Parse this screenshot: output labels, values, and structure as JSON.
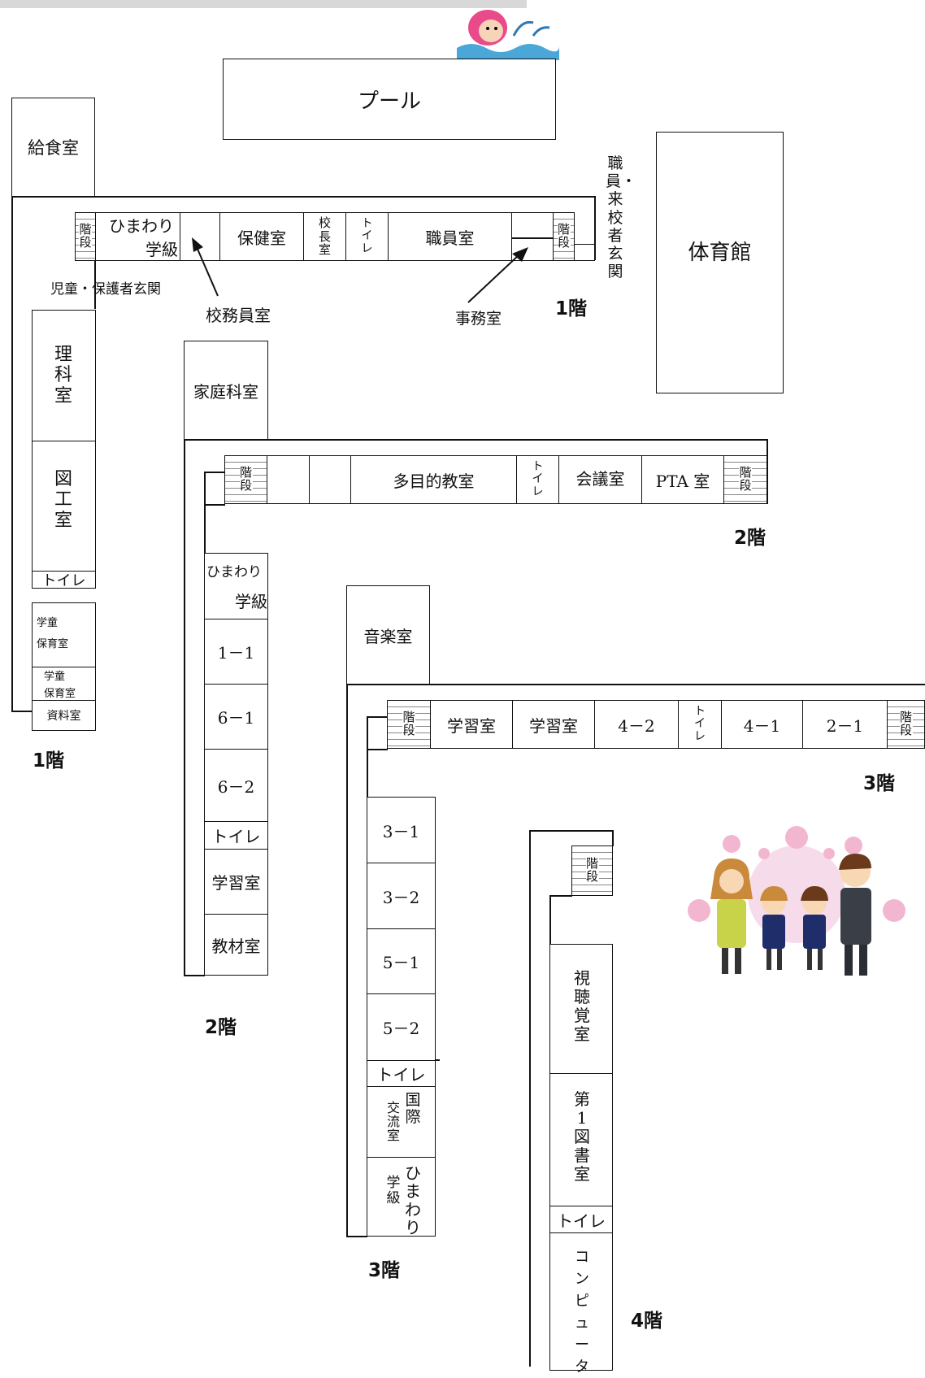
{
  "floor1": {
    "label": "1階",
    "pool": "プール",
    "kitchen": "給食室",
    "gym": "体育館",
    "stairs": "階段",
    "himawari_top": "ひまわり",
    "himawari_bottom": "学級",
    "health_room": "保健室",
    "principal_room": "校長室",
    "toilet_small": "トイレ",
    "staff_room": "職員室",
    "staff_entrance": "職員・来校者玄関",
    "student_entrance": "児童・保護者玄関",
    "custodian_room": "校務員室",
    "office": "事務室",
    "science_room": "理科室",
    "art_room": "図工室",
    "toilet": "トイレ",
    "afterschool_1": "学童\n保育室",
    "afterschool_2": "学童\n保育室",
    "materials_room": "資料室"
  },
  "floor2": {
    "label": "2階",
    "home_ec": "家庭科室",
    "stairs": "階段",
    "multipurpose": "多目的教室",
    "toilet_small": "トイレ",
    "meeting_room": "会議室",
    "pta_room": "PTA 室",
    "himawari_top": "ひまわり",
    "himawari_bottom": "学級",
    "c1_1": "1－1",
    "c6_1": "6－1",
    "c6_2": "6－2",
    "toilet": "トイレ",
    "study_room": "学習室",
    "supplies_room": "教材室"
  },
  "floor3": {
    "label": "3階",
    "music_room": "音楽室",
    "stairs": "階段",
    "study_room_a": "学習室",
    "study_room_b": "学習室",
    "c4_2": "4－2",
    "toilet_small": "トイレ",
    "c4_1": "4－1",
    "c2_1": "2－1",
    "c3_1": "3－1",
    "c3_2": "3－2",
    "c5_1": "5－1",
    "c5_2": "5－2",
    "toilet": "トイレ",
    "intl_a": "国際",
    "intl_b": "交流室",
    "himawari_a": "ひまわり",
    "himawari_b": "学級"
  },
  "floor4": {
    "label": "4階",
    "stairs": "階段",
    "av_room": "視聴覚室",
    "library": "第1図書室",
    "toilet": "トイレ",
    "computer": "コンピュータ"
  }
}
